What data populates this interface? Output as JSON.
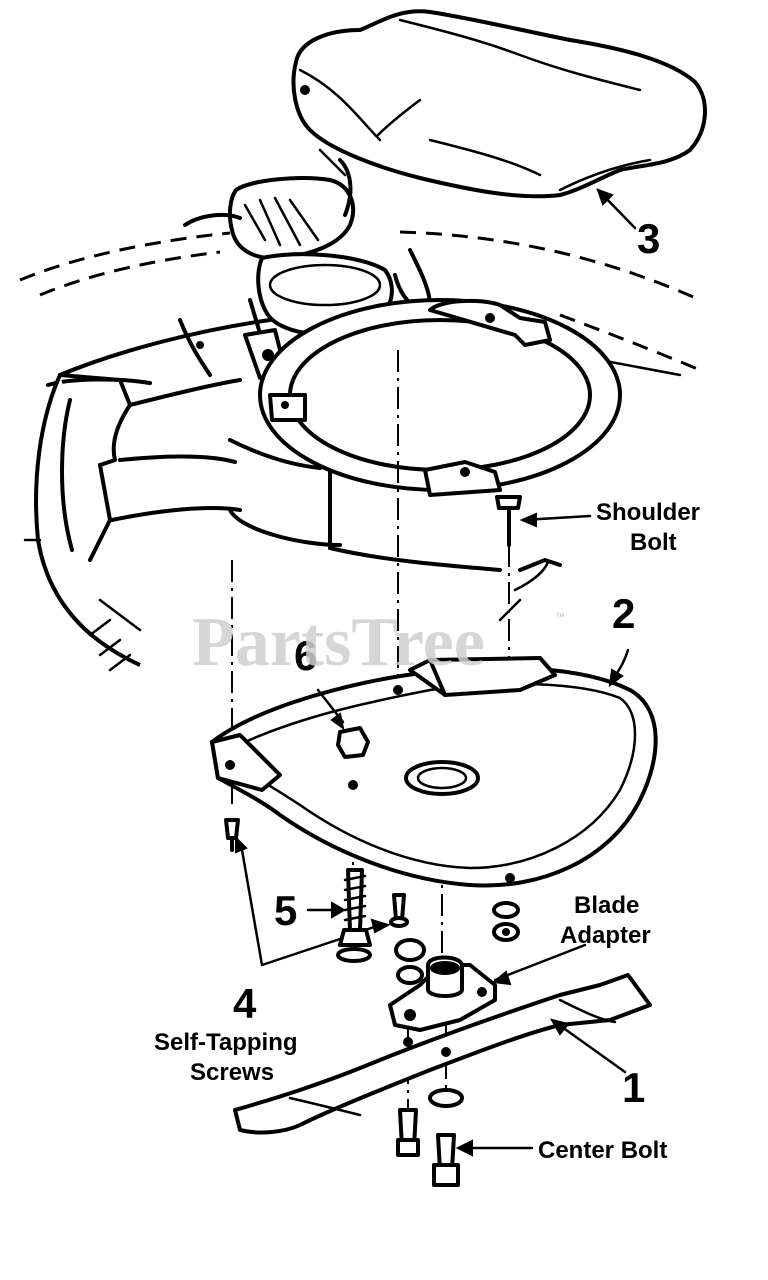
{
  "watermark": {
    "text": "PartsTree",
    "trademark": "™"
  },
  "callouts": {
    "c1": "1",
    "c2": "2",
    "c3": "3",
    "c4": "4",
    "c5": "5",
    "c6": "6"
  },
  "labels": {
    "shoulder_bolt_1": "Shoulder",
    "shoulder_bolt_2": "Bolt",
    "blade_adapter_1": "Blade",
    "blade_adapter_2": "Adapter",
    "self_tapping_1": "Self-Tapping",
    "self_tapping_2": "Screws",
    "center_bolt": "Center Bolt"
  }
}
